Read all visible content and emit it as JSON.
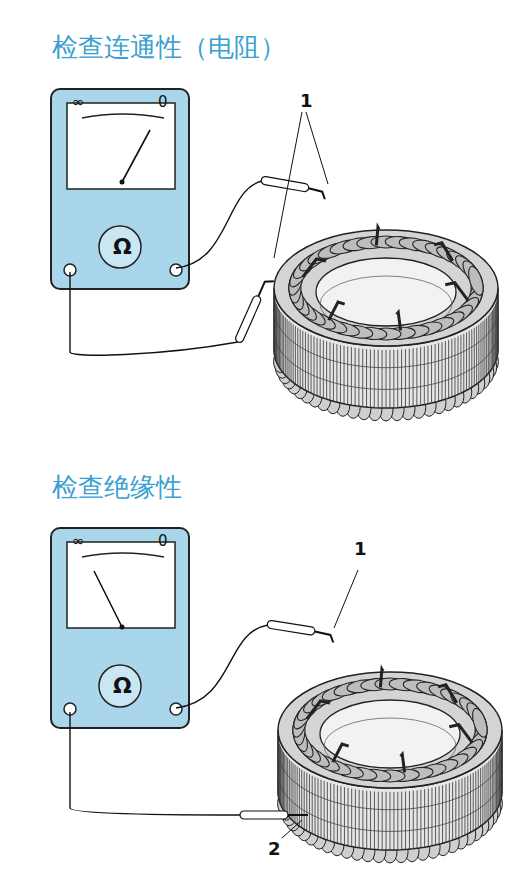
{
  "diagram": {
    "nodes": [
      {
        "text": [
          "∞",
          "0",
          "Ω"
        ]
      },
      {
        "text": [
          "∞",
          "0",
          "Ω"
        ]
      }
    ],
    "labels": [
      "检查连通性（电阻）",
      "1",
      "检查绝缘性",
      "1",
      "2"
    ]
  }
}
